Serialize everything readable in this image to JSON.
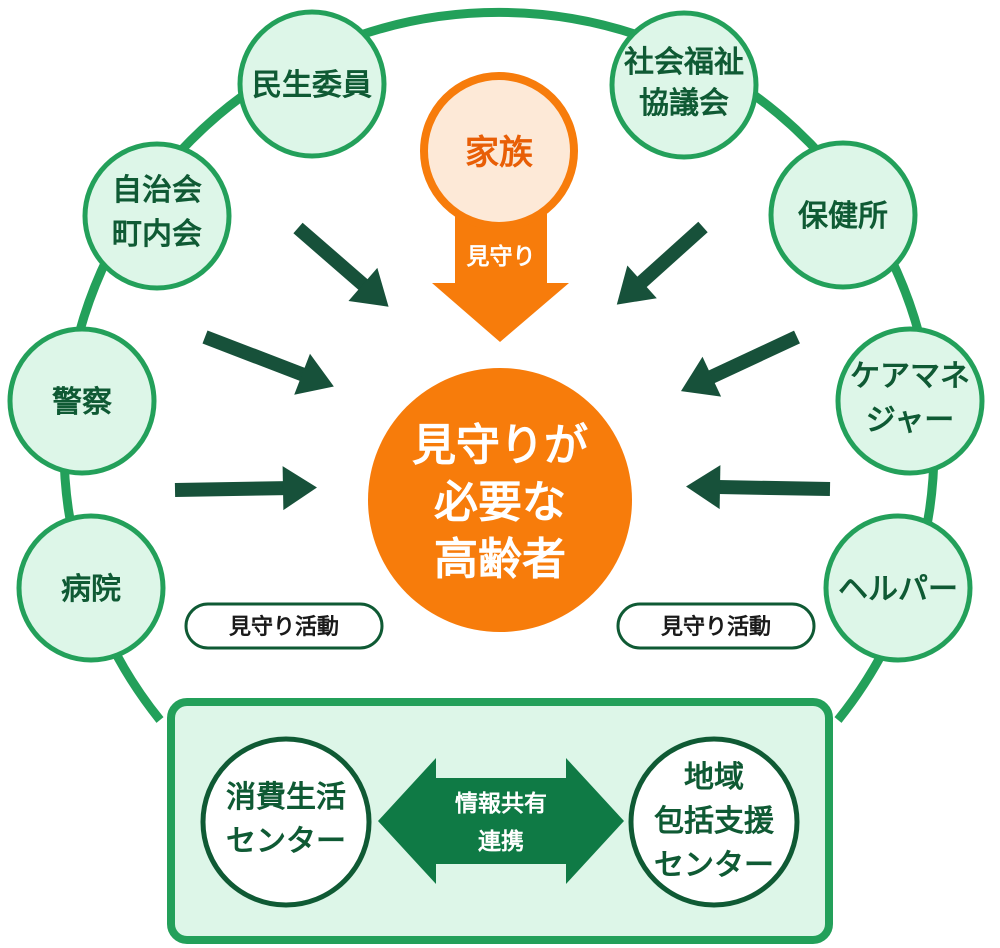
{
  "center": {
    "lines": [
      "見守りが",
      "必要な",
      "高齢者"
    ]
  },
  "family": {
    "label": "家族",
    "arrow_label": "見守り"
  },
  "ring_nodes": [
    {
      "id": "minsei",
      "lines": [
        "民生委員"
      ]
    },
    {
      "id": "jichikai",
      "lines": [
        "自治会",
        "町内会"
      ]
    },
    {
      "id": "police",
      "lines": [
        "警察"
      ]
    },
    {
      "id": "hospital",
      "lines": [
        "病院"
      ]
    },
    {
      "id": "shakyo",
      "lines": [
        "社会福祉",
        "協議会"
      ]
    },
    {
      "id": "hokenjo",
      "lines": [
        "保健所"
      ]
    },
    {
      "id": "caremanager",
      "lines": [
        "ケアマネ",
        "ジャー"
      ]
    },
    {
      "id": "helper",
      "lines": [
        "ヘルパー"
      ]
    }
  ],
  "activity_labels": [
    "見守り活動",
    "見守り活動"
  ],
  "bottom": {
    "left_center": [
      "消費生活",
      "センター"
    ],
    "right_center": [
      "地域",
      "包括支援",
      "センター"
    ],
    "link_label": [
      "情報共有",
      "連携"
    ]
  },
  "colors": {
    "ring_green": "#23a05a",
    "node_fill": "#ddf6e8",
    "dark_green": "#0f5a34",
    "arrow_green": "#17513a",
    "orange": "#f77c0b",
    "family_fill": "#fde9d7",
    "text_orange": "#e85e06"
  }
}
